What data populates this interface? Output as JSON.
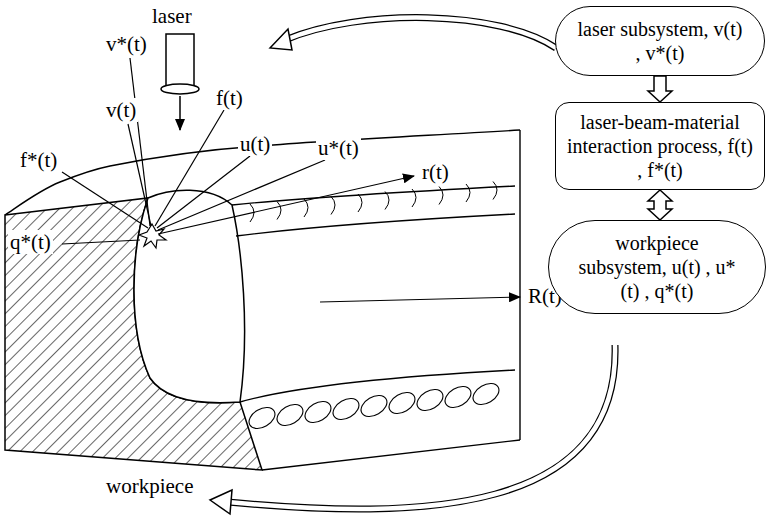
{
  "diagram": {
    "nodes": [
      {
        "text": [
          "laser subsystem, v(t) , v*(t)"
        ]
      },
      {
        "text": [
          "laser-beam-material interaction process, f(t) , f*(t)"
        ]
      },
      {
        "text": [
          "workpiece subsystem, u(t) , u*(t) , q*(t)"
        ]
      }
    ],
    "edges": [
      {
        "from": 0,
        "to": 1,
        "arrow": "to"
      },
      {
        "from": 1,
        "to": 2,
        "arrow": "both"
      }
    ],
    "labels": [
      "laser",
      "v*(t)",
      "v(t)",
      "f(t)",
      "f*(t)",
      "u(t)",
      "u*(t)",
      "r(t)",
      "q*(t)",
      "R(t)",
      "workpiece"
    ]
  }
}
